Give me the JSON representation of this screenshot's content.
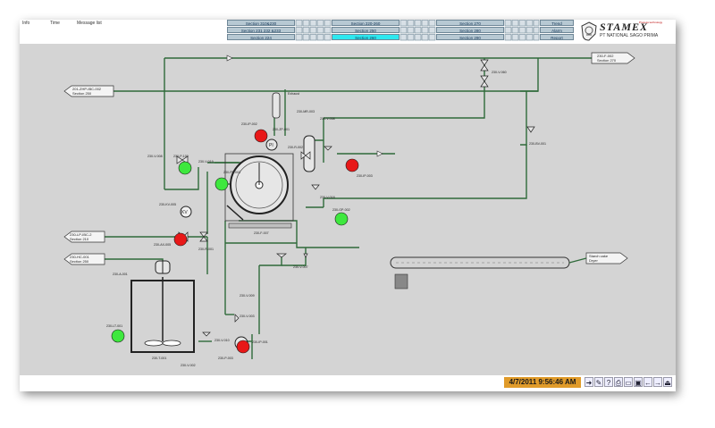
{
  "header": {
    "columns": [
      "Info",
      "Time",
      "Message list"
    ],
    "nav_buttons": [
      {
        "label": "Section 310&230"
      },
      {
        "label": "Section 220-260"
      },
      {
        "label": "Section 270"
      },
      {
        "label": "Trend"
      },
      {
        "label": "Section 231 232 &233"
      },
      {
        "label": "Section 250"
      },
      {
        "label": "Section 280"
      },
      {
        "label": "Alarm"
      },
      {
        "label": "Section 224"
      },
      {
        "label": "Section 260"
      },
      {
        "label": "Section 290"
      },
      {
        "label": "Report"
      }
    ],
    "logo": {
      "title": "STAMEX",
      "subtitle": "PT NATIONAL SAGO PRIMA",
      "tagline": "Process technology"
    }
  },
  "diagram": {
    "offpage": {
      "top_right": "230-F-002",
      "top_right_sub": "Section 270",
      "left_top": "201-ZHP-IBC-002",
      "left_top_sub": "Section 250",
      "left_mid": "230-LP-IBC-2",
      "left_mid_sub": "Section 210",
      "left_low": "230-HC-001",
      "left_low_sub": "Section 250",
      "conveyor": "Starch cake",
      "conveyor_sub": "Dryer"
    },
    "tags": {
      "v_top": "230-V-060",
      "pump_green_top": "230-P-100",
      "v_left": "230-V-008",
      "v_left2": "230-AX-005",
      "pump_red_top": "230-IP-002",
      "ind_rt": "230-IP-003",
      "ind_rt2": "230-MR-003",
      "valve_mid": "230-V-058",
      "valve_rt": "230-V-018",
      "kv": "KV",
      "kv_tag": "230-KV-005",
      "valve_lb": "230-V-019",
      "pump_red_mid": "230-FP-003",
      "filter": "230-F-007",
      "scraper": "230-R-002",
      "green_right": "230-GP-002",
      "sc_tag": "230-ZP-001",
      "motor_tag": "230-R-001",
      "valve_far": "230-BV-001",
      "valve_vs": "230-V-009",
      "tank_tag": "230-T-001",
      "tank_lt": "230-LT-001",
      "agitator": "230-A-001",
      "pump_bottom": "230-P-003",
      "pump_red_bottom": "230-IP-001",
      "valve_b1": "230-V-003",
      "valve_b2": "230-V-010",
      "valve_bv": "230-V-002",
      "vent": "Exhaust",
      "pi": "PI",
      "conveyor_v": "230-V-007",
      "drain": "230-V-010",
      "cs_a": "230-V-001",
      "ts_b": "230-V-031"
    }
  },
  "statusbar": {
    "clock": "4/7/2011 9:56:46 AM",
    "buttons": [
      {
        "icon": "arrow-right-icon",
        "glyph": "➜"
      },
      {
        "icon": "pencil-icon",
        "glyph": "✎"
      },
      {
        "icon": "help-icon",
        "glyph": "?"
      },
      {
        "icon": "printer-icon",
        "glyph": "⎙"
      },
      {
        "icon": "window-icon",
        "glyph": "▭"
      },
      {
        "icon": "monitor-icon",
        "glyph": "▣"
      },
      {
        "icon": "back-arrow-icon",
        "glyph": "←"
      },
      {
        "icon": "forward-arrow-icon",
        "glyph": "→"
      },
      {
        "icon": "exit-icon",
        "glyph": "⏏"
      }
    ]
  },
  "colors": {
    "pipe": "#2f6a3a",
    "alarm": "#e81818",
    "running": "#3ee83e",
    "clock": "#e09b2a",
    "nav_active": "#2ee8ef"
  }
}
